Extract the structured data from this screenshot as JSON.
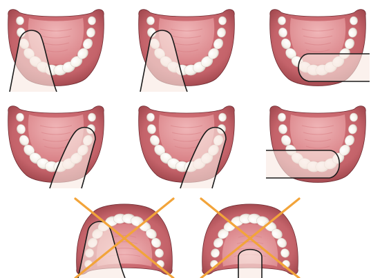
{
  "colors": {
    "gum": "#c4636a",
    "gum_dark": "#8e3a40",
    "gum_edge": "#6e2a30",
    "palate": "#e9a7aa",
    "palate_shadow": "#d98287",
    "tooth": "#fbf7f1",
    "tooth_shadow": "#d9d2cb",
    "device_fill": "rgba(248,232,226,0.62)",
    "device_line": "#1a1a1a",
    "cross": "#f2a43a"
  },
  "panels": [
    {
      "id": "top-left",
      "device": "left-diagonal",
      "crossed": false
    },
    {
      "id": "top-middle",
      "device": "left-diagonal",
      "crossed": false
    },
    {
      "id": "top-right",
      "device": "front-horizontal-right",
      "crossed": false
    },
    {
      "id": "middle-left",
      "device": "right-diagonal",
      "crossed": false
    },
    {
      "id": "middle-middle",
      "device": "right-diagonal",
      "crossed": false
    },
    {
      "id": "middle-right",
      "device": "front-horizontal-left",
      "crossed": false
    },
    {
      "id": "bottom-left",
      "device": "left-diagonal",
      "crossed": true
    },
    {
      "id": "bottom-right",
      "device": "front-vertical",
      "crossed": true
    }
  ]
}
